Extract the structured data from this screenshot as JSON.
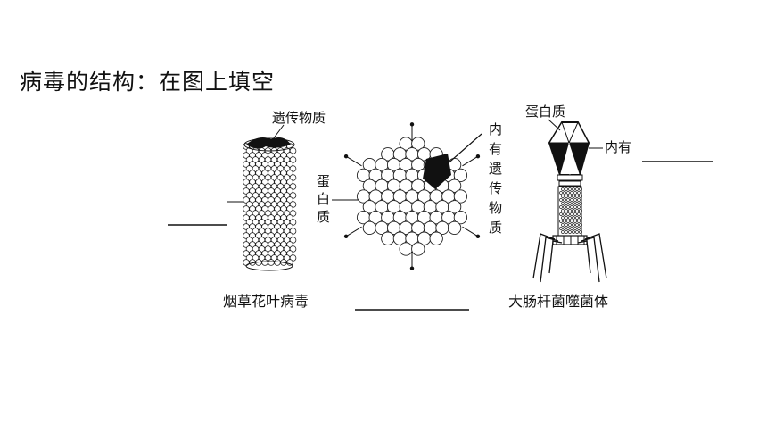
{
  "title": "病毒的结构：在图上填空",
  "tmv": {
    "caption": "烟草花叶病毒",
    "label_nucleic": "遗传物质"
  },
  "adenovirus": {
    "label_protein_chars": [
      "蛋",
      "白",
      "质"
    ],
    "label_inner_chars": [
      "内",
      "有",
      "遗",
      "传",
      "物",
      "质"
    ]
  },
  "phage": {
    "caption": "大肠杆菌噬菌体",
    "label_protein": "蛋白质",
    "label_inner": "内有"
  }
}
